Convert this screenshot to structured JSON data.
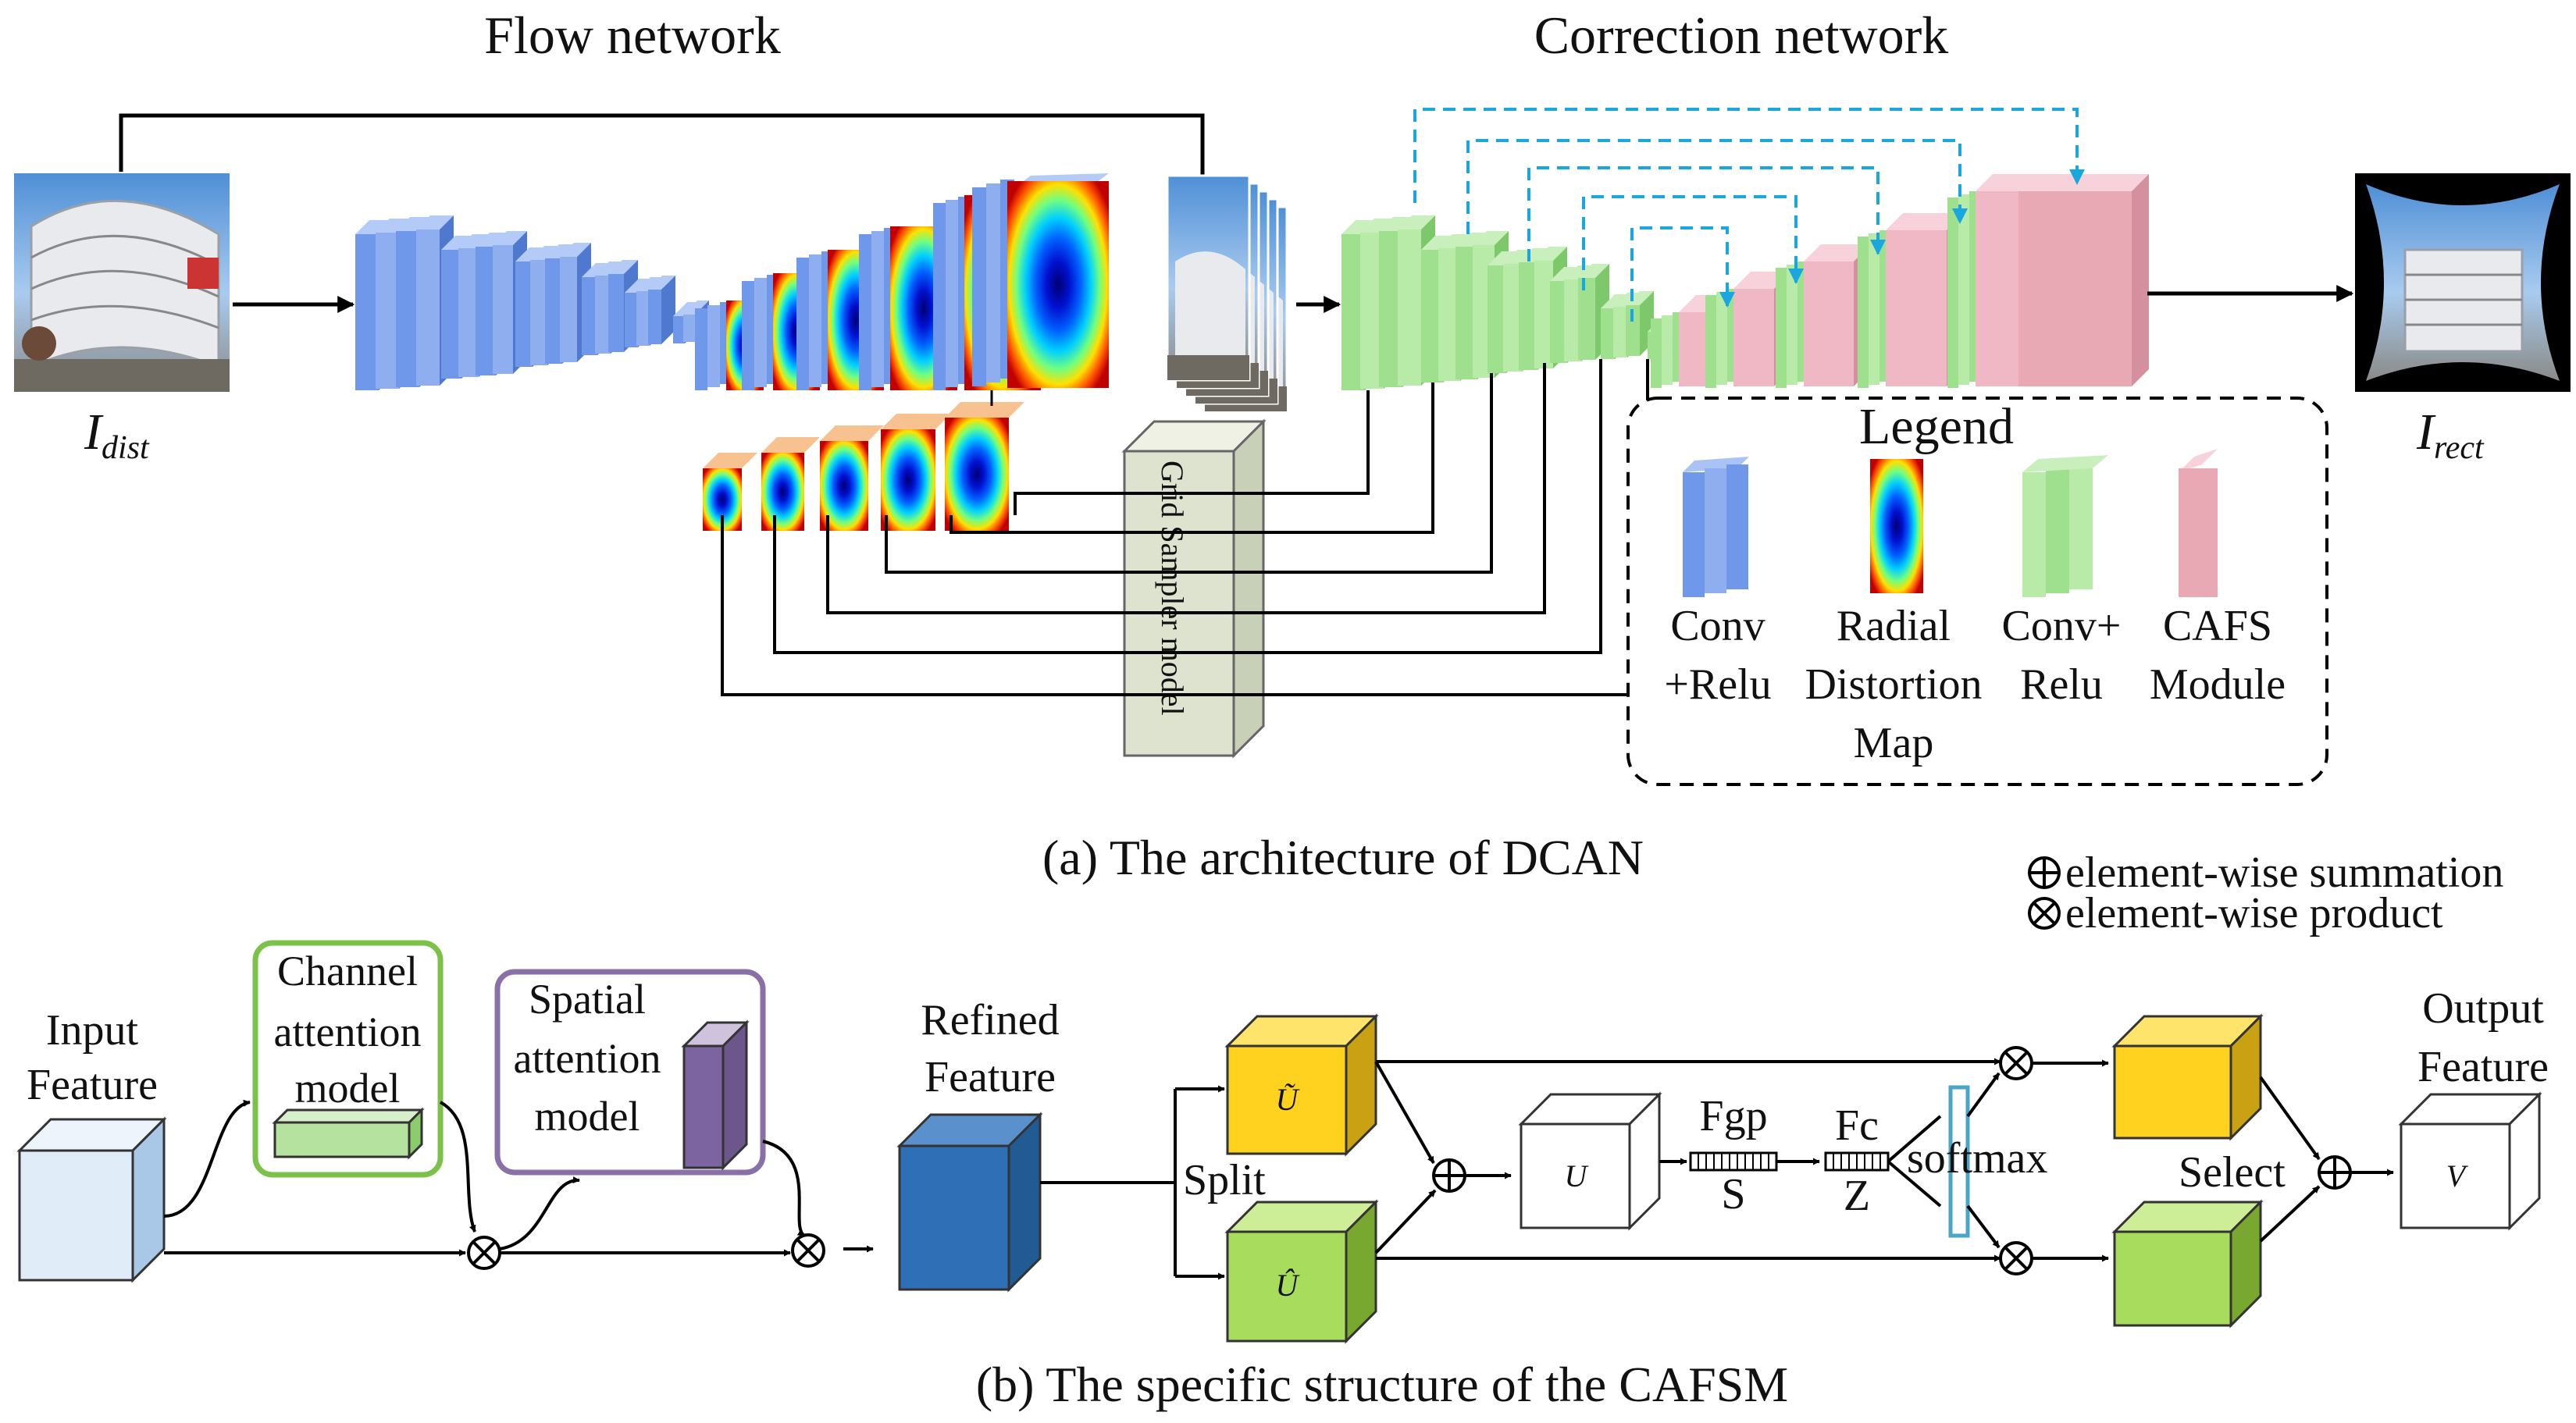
{
  "section_a": {
    "flow_title": "Flow network",
    "correction_title": "Correction network",
    "input_label": "I",
    "input_sub": "dist",
    "output_label": "I",
    "output_sub": "rect",
    "grid_sampler": "Grid Sampler model",
    "caption": "(a) The architecture of DCAN"
  },
  "legend": {
    "title": "Legend",
    "items": [
      {
        "lines": [
          "Conv",
          "+Relu"
        ],
        "color": "#6f97ea"
      },
      {
        "lines": [
          "Radial",
          "Distortion",
          "Map"
        ],
        "color": "#2a4bd8"
      },
      {
        "lines": [
          "Conv+",
          "Relu"
        ],
        "color": "#9fe08e"
      },
      {
        "lines": [
          "CAFS",
          "Module"
        ],
        "color": "#f0b8c4"
      }
    ]
  },
  "ops_legend": {
    "sum": "element-wise summation",
    "product": "element-wise product"
  },
  "section_b": {
    "input_feature": [
      "Input",
      "Feature"
    ],
    "channel_attention": [
      "Channel",
      "attention",
      "model"
    ],
    "spatial_attention": [
      "Spatial",
      "attention",
      "model"
    ],
    "refined_feature": [
      "Refined",
      "Feature"
    ],
    "split": "Split",
    "u_tilde": "Ũ",
    "u_hat": "Û",
    "u": "U",
    "fgp": "Fgp",
    "s": "S",
    "fc": "Fc",
    "z": "Z",
    "softmax": "softmax",
    "select": "Select",
    "v": "V",
    "output_feature": [
      "Output",
      "Feature"
    ],
    "caption": "(b) The specific structure of the CAFSM"
  },
  "colors": {
    "conv_blue": "#6f97ea",
    "conv_green": "#9fe08e",
    "cafs_pink": "#f0b8c4",
    "skip_cyan": "#1aa7e0",
    "refined_blue": "#2e6fb5",
    "yellow": "#ffd21f",
    "lime": "#a8dc5c",
    "channel_green": "#7cc24a",
    "spatial_purple": "#8a70a8",
    "sampler_fill": "#dde3cf"
  }
}
